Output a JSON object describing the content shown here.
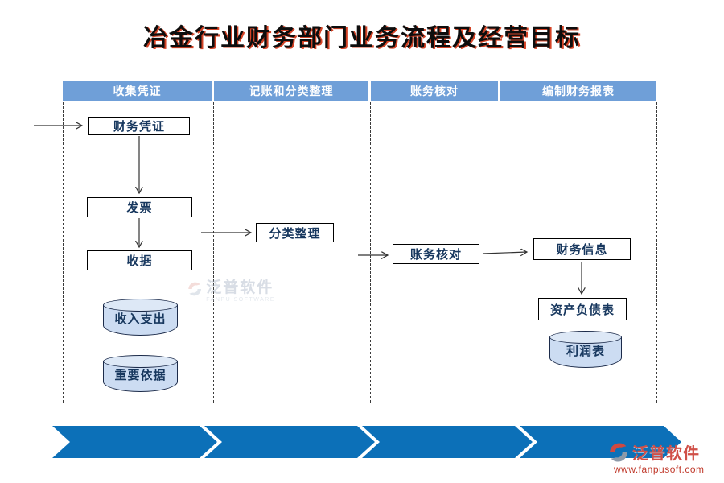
{
  "title": "冶金行业财务部门业务流程及经营目标",
  "lanes": [
    {
      "header": "收集凭证"
    },
    {
      "header": "记账和分类整理"
    },
    {
      "header": "账务核对"
    },
    {
      "header": "编制财务报表"
    }
  ],
  "nodes": {
    "caiwu_pingzheng": "财务凭证",
    "fapiao": "发票",
    "shouju": "收据",
    "fenlei_zhengli": "分类整理",
    "zhangwu_hedui": "账务核对",
    "caiwu_xinxi": "财务信息",
    "zichan_fuzhaibiao": "资产负债表"
  },
  "cylinders": {
    "shouru_zhichu": "收入支出",
    "zhongyao_yiju": "重要依据",
    "lirunbiao": "利润表"
  },
  "watermark_center": {
    "name": "泛普软件",
    "subtitle": "FANPU SOFTWARE"
  },
  "watermark_footer": {
    "name": "泛普软件",
    "url": "www.fanpusoft.com"
  },
  "colors": {
    "lane_header_bg": "#6f9fd8",
    "lane_header_text": "#ffffff",
    "chevron_blue": "#0c70b8",
    "node_text": "#17375e",
    "cylinder_fill": "#ccdcf2",
    "title_text": "#0d0d0d",
    "title_shadow": "#cc2200",
    "watermark_red": "#c0392b"
  }
}
